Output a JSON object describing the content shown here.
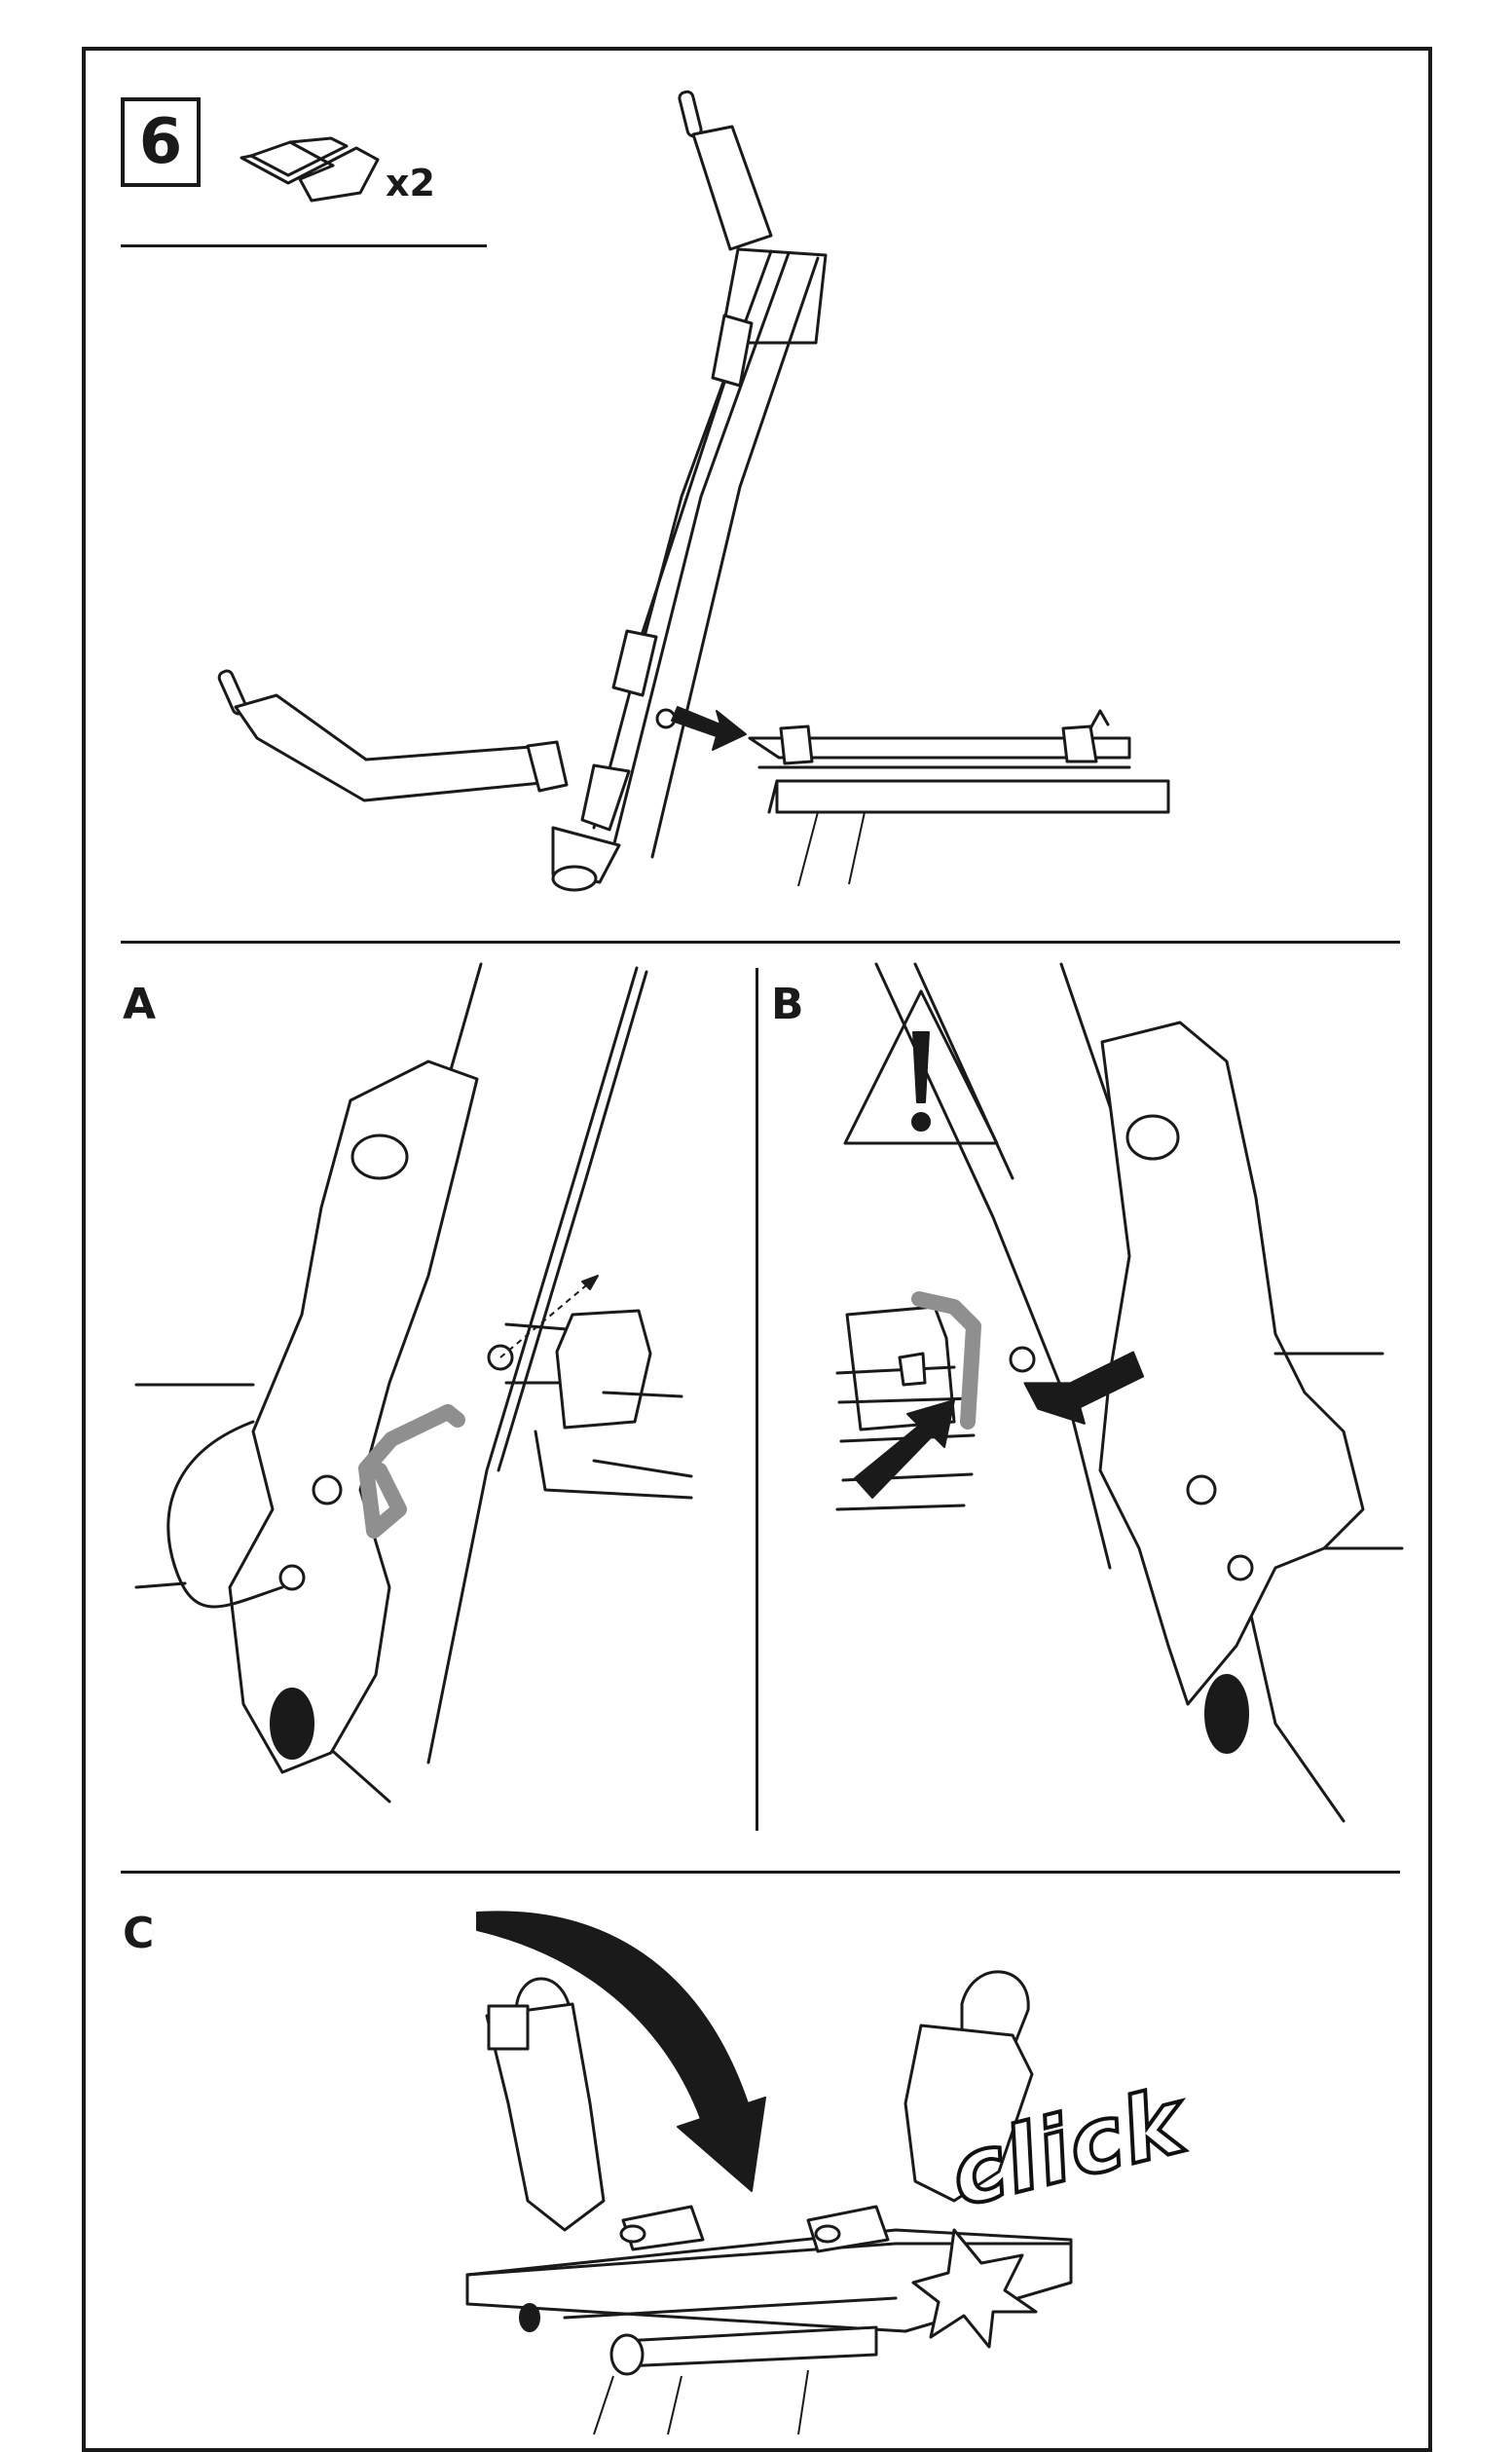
{
  "step": {
    "number": "6",
    "part_quantity": "x2",
    "part_icon": "retaining-clip-icon"
  },
  "panels": {
    "a": {
      "label": "A"
    },
    "b": {
      "label": "B",
      "warning_icon": "warning-triangle-icon"
    },
    "c": {
      "label": "C",
      "sound_text": "click"
    }
  },
  "colors": {
    "line": "#1a1a1a",
    "clip_highlight": "#8f8f8f",
    "background": "#ffffff"
  }
}
